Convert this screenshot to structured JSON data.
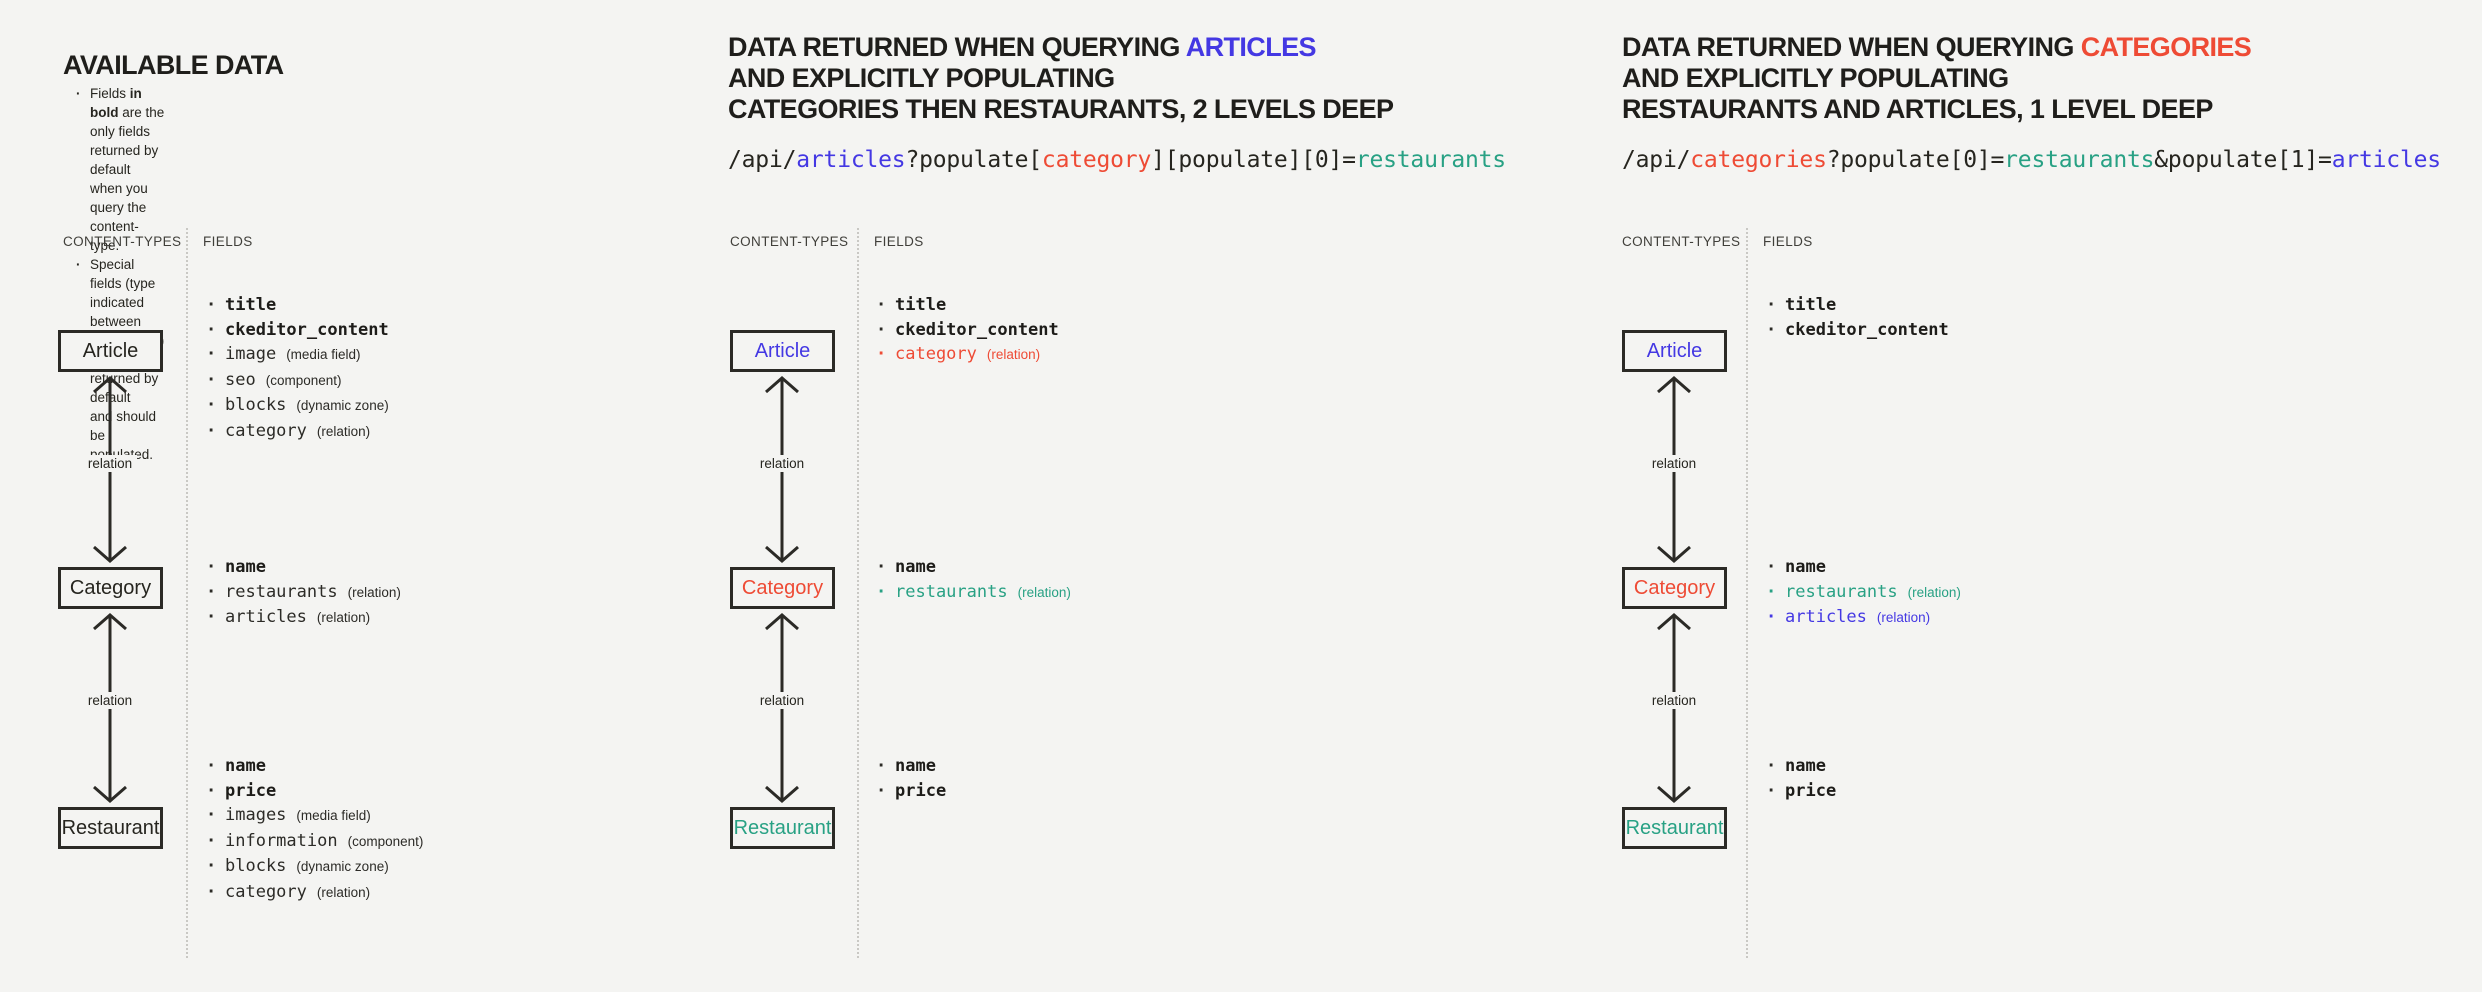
{
  "colors": {
    "background": "#f4f4f2",
    "ink": "#26251f",
    "blue": "#4438e3",
    "red": "#ee4b35",
    "teal": "#28a184"
  },
  "relation_label": "relation",
  "panels": [
    {
      "title": "AVAILABLE DATA",
      "notes": {
        "b1_pre": "Fields ",
        "b1_bold": "in bold",
        "b1_post": " are the only fields returned by default when you query the content-type.",
        "b2_line1": "Special fields (type indicated between parenthesis) are not returned by default",
        "b2_line2": "and should be populated."
      },
      "columns": {
        "content_types": "CONTENT-TYPES",
        "fields": "FIELDS"
      },
      "relation_label": "relation",
      "nodes": [
        {
          "name": "Article",
          "color": "ink",
          "fields": [
            {
              "name": "title",
              "bold": true
            },
            {
              "name": "ckeditor_content",
              "bold": true
            },
            {
              "name": "image",
              "type": "(media field)"
            },
            {
              "name": "seo",
              "type": "(component)"
            },
            {
              "name": "blocks",
              "type": "(dynamic zone)"
            },
            {
              "name": "category",
              "type": "(relation)"
            }
          ]
        },
        {
          "name": "Category",
          "color": "ink",
          "fields": [
            {
              "name": "name",
              "bold": true
            },
            {
              "name": "restaurants",
              "type": "(relation)"
            },
            {
              "name": "articles",
              "type": "(relation)"
            }
          ]
        },
        {
          "name": "Restaurant",
          "color": "ink",
          "fields": [
            {
              "name": "name",
              "bold": true
            },
            {
              "name": "price",
              "bold": true
            },
            {
              "name": "images",
              "type": "(media field)"
            },
            {
              "name": "information",
              "type": "(component)"
            },
            {
              "name": "blocks",
              "type": "(dynamic zone)"
            },
            {
              "name": "category",
              "type": "(relation)"
            }
          ]
        }
      ]
    },
    {
      "heading": {
        "line1_pre": "DATA RETURNED WHEN QUERYING ",
        "line1_colored": "ARTICLES",
        "line1_color": "blue",
        "line2": "AND EXPLICITLY POPULATING",
        "line3": "CATEGORIES THEN RESTAURANTS, 2 LEVELS DEEP"
      },
      "code": {
        "parts": [
          {
            "text": "/api/",
            "color": "ink"
          },
          {
            "text": "articles",
            "color": "blue"
          },
          {
            "text": "?populate[",
            "color": "ink"
          },
          {
            "text": "category",
            "color": "red"
          },
          {
            "text": "][populate][0]=",
            "color": "ink"
          },
          {
            "text": "restaurants",
            "color": "teal"
          }
        ]
      },
      "columns": {
        "content_types": "CONTENT-TYPES",
        "fields": "FIELDS"
      },
      "relation_label": "relation",
      "nodes": [
        {
          "name": "Article",
          "color": "blue",
          "fields": [
            {
              "name": "title",
              "bold": true
            },
            {
              "name": "ckeditor_content",
              "bold": true
            },
            {
              "name": "category",
              "type": "(relation)",
              "color": "red"
            }
          ]
        },
        {
          "name": "Category",
          "color": "red",
          "fields": [
            {
              "name": "name",
              "bold": true
            },
            {
              "name": "restaurants",
              "type": "(relation)",
              "color": "teal"
            }
          ]
        },
        {
          "name": "Restaurant",
          "color": "teal",
          "fields": [
            {
              "name": "name",
              "bold": true
            },
            {
              "name": "price",
              "bold": true
            }
          ]
        }
      ]
    },
    {
      "heading": {
        "line1_pre": "DATA RETURNED WHEN QUERYING ",
        "line1_colored": "CATEGORIES",
        "line1_color": "red",
        "line2": "AND EXPLICITLY POPULATING",
        "line3": "RESTAURANTS AND ARTICLES, 1 LEVEL DEEP"
      },
      "code": {
        "parts": [
          {
            "text": "/api/",
            "color": "ink"
          },
          {
            "text": "categories",
            "color": "red"
          },
          {
            "text": "?populate[0]=",
            "color": "ink"
          },
          {
            "text": "restaurants",
            "color": "teal"
          },
          {
            "text": "&populate[1]=",
            "color": "ink"
          },
          {
            "text": "articles",
            "color": "blue"
          }
        ]
      },
      "columns": {
        "content_types": "CONTENT-TYPES",
        "fields": "FIELDS"
      },
      "relation_label": "relation",
      "nodes": [
        {
          "name": "Article",
          "color": "blue",
          "fields": [
            {
              "name": "title",
              "bold": true
            },
            {
              "name": "ckeditor_content",
              "bold": true
            }
          ]
        },
        {
          "name": "Category",
          "color": "red",
          "fields": [
            {
              "name": "name",
              "bold": true
            },
            {
              "name": "restaurants",
              "type": "(relation)",
              "color": "teal"
            },
            {
              "name": "articles",
              "type": "(relation)",
              "color": "blue"
            }
          ]
        },
        {
          "name": "Restaurant",
          "color": "teal",
          "fields": [
            {
              "name": "name",
              "bold": true
            },
            {
              "name": "price",
              "bold": true
            }
          ]
        }
      ]
    }
  ]
}
